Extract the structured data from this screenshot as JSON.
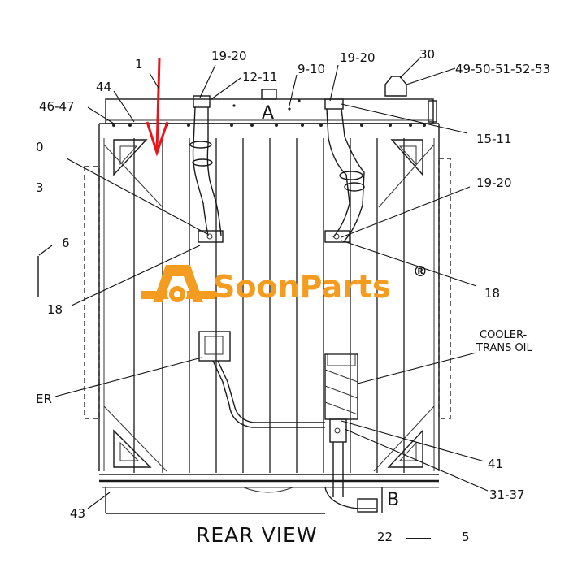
{
  "view_title": "REAR VIEW",
  "brand": {
    "name": "SoonParts",
    "registered": "®",
    "color": "#f39c1f"
  },
  "arrow_color": "#e8161b",
  "labels": {
    "l1": "1",
    "l44": "44",
    "l46_47": "46-47",
    "l0": "0",
    "l3": "3",
    "l6": "6",
    "l18_left": "18",
    "ler": "ER",
    "l19_20_top_left": "19-20",
    "l12_11": "12-11",
    "l9_10": "9-10",
    "l19_20_top_right": "19-20",
    "l30": "30",
    "l49_53": "49-50-51-52-53",
    "lA": "A",
    "l15_11": "15-11",
    "l19_20_right": "19-20",
    "l18_right": "18",
    "cooler_line1": "COOLER-",
    "cooler_line2": "TRANS OIL",
    "l41": "41",
    "l31_37": "31-37",
    "l43": "43",
    "lB": "B",
    "l22": "22",
    "l5": "5"
  }
}
